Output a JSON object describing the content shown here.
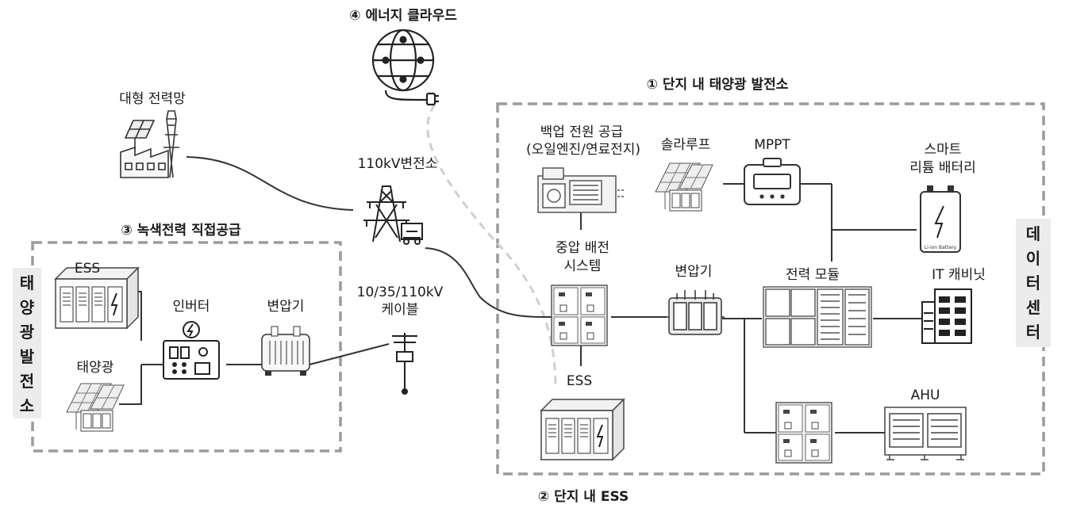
{
  "titles": {
    "energy_cloud": "④ 에너지 클라우드",
    "onsite_solar": "① 단지 내 태양광 발전소",
    "green_direct": "③ 녹색전력 직접공급",
    "onsite_ess": "② 단지 내 ESS"
  },
  "labels": {
    "grid": "대형 전력망",
    "substation": "110kV변전소",
    "cable_line1": "10/35/110kV",
    "cable_line2": "케이블",
    "backup_line1": "백업 전원 공급",
    "backup_line2": "(오일엔진/연료전지)",
    "solar_roof": "솔라루프",
    "mppt": "MPPT",
    "smart_battery_line1": "스마트",
    "smart_battery_line2": "리튬 배터리",
    "mv_switchgear_line1": "중압 배전",
    "mv_switchgear_line2": "시스템",
    "transformer_dc": "변압기",
    "power_module": "전력 모듈",
    "it_cabinet": "IT 캐비닛",
    "ess_dc": "ESS",
    "ahu": "AHU",
    "ess_left": "ESS",
    "inverter": "인버터",
    "transformer_left": "변압기",
    "solar_left": "태양광",
    "battery_text": "Li-ion Battery"
  },
  "side_labels": {
    "solar_plant": [
      "태",
      "양",
      "광",
      "발",
      "전",
      "소"
    ],
    "data_center": [
      "데",
      "이",
      "터",
      "센",
      "터"
    ]
  }
}
